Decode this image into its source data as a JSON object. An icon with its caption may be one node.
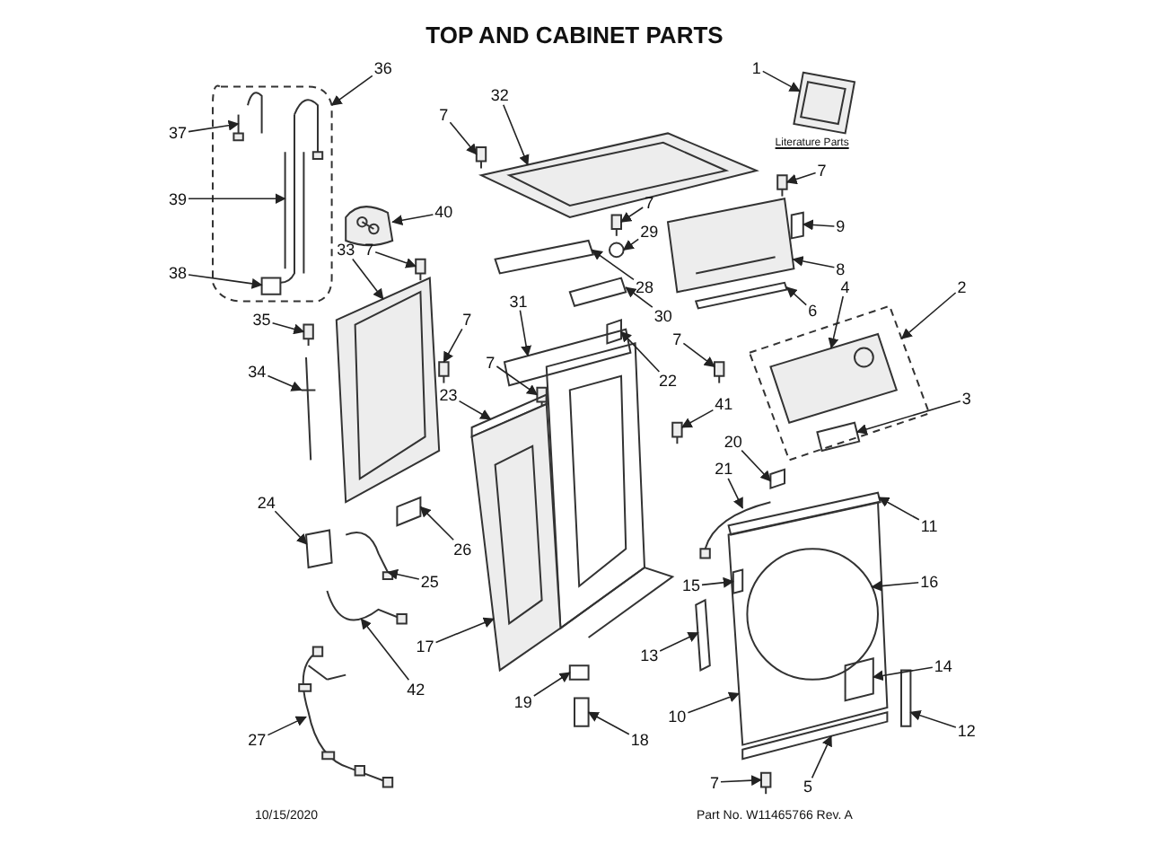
{
  "diagram": {
    "title": "TOP AND CABINET PARTS",
    "nodes": [
      {
        "text": [
          "1"
        ]
      },
      {
        "text": [
          "36"
        ]
      },
      {
        "text": [
          "7"
        ]
      },
      {
        "text": [
          "32"
        ]
      },
      {
        "text": [
          "40"
        ]
      },
      {
        "text": [
          "37"
        ]
      },
      {
        "text": [
          "39"
        ]
      },
      {
        "text": [
          "38"
        ]
      },
      {
        "text": [
          "7"
        ]
      },
      {
        "text": [
          "7"
        ]
      },
      {
        "text": [
          "9"
        ]
      },
      {
        "text": [
          "7"
        ]
      },
      {
        "text": [
          "29"
        ]
      },
      {
        "text": [
          "28"
        ]
      },
      {
        "text": [
          "8"
        ]
      },
      {
        "text": [
          "33"
        ]
      },
      {
        "text": [
          "31"
        ]
      },
      {
        "text": [
          "30"
        ]
      },
      {
        "text": [
          "6"
        ]
      },
      {
        "text": [
          "2"
        ]
      },
      {
        "text": [
          "4"
        ]
      },
      {
        "text": [
          "35"
        ]
      },
      {
        "text": [
          "34"
        ]
      },
      {
        "text": [
          "7"
        ]
      },
      {
        "text": [
          "22"
        ]
      },
      {
        "text": [
          "7"
        ]
      },
      {
        "text": [
          "41"
        ]
      },
      {
        "text": [
          "3"
        ]
      },
      {
        "text": [
          "7"
        ]
      },
      {
        "text": [
          "23"
        ]
      },
      {
        "text": [
          "20"
        ]
      },
      {
        "text": [
          "21"
        ]
      },
      {
        "text": [
          "26"
        ]
      },
      {
        "text": [
          "24"
        ]
      },
      {
        "text": [
          "25"
        ]
      },
      {
        "text": [
          "11"
        ]
      },
      {
        "text": [
          "15"
        ]
      },
      {
        "text": [
          "16"
        ]
      },
      {
        "text": [
          "13"
        ]
      },
      {
        "text": [
          "17"
        ]
      },
      {
        "text": [
          "42"
        ]
      },
      {
        "text": [
          "19"
        ]
      },
      {
        "text": [
          "14"
        ]
      },
      {
        "text": [
          "18"
        ]
      },
      {
        "text": [
          "27"
        ]
      },
      {
        "text": [
          "10"
        ]
      },
      {
        "text": [
          "12"
        ]
      },
      {
        "text": [
          "5"
        ]
      },
      {
        "text": [
          "7"
        ]
      },
      {
        "text": [],
        "shape": "picture"
      },
      {
        "text": [],
        "shape": "box"
      },
      {
        "text": [],
        "shape": "picture"
      },
      {
        "text": [],
        "shape": "picture"
      },
      {
        "text": [],
        "shape": "picture"
      },
      {
        "text": [],
        "shape": "picture",
        "in": 50
      },
      {
        "text": [],
        "shape": "picture",
        "in": 50
      },
      {
        "text": [],
        "shape": "box",
        "in": 50
      },
      {
        "text": [],
        "shape": "picture"
      },
      {
        "text": [],
        "shape": "picture"
      },
      {
        "text": [],
        "shape": "box"
      },
      {
        "text": [],
        "shape": "picture"
      },
      {
        "text": [],
        "shape": "circle"
      },
      {
        "text": [],
        "shape": "box"
      },
      {
        "text": [],
        "shape": "picture"
      },
      {
        "text": [],
        "shape": "picture"
      },
      {
        "text": [],
        "shape": "box"
      },
      {
        "text": [],
        "shape": "box"
      },
      {
        "text": [],
        "shape": "box"
      },
      {
        "text": [],
        "shape": "box"
      },
      {
        "text": [],
        "shape": "picture",
        "in": 68
      },
      {
        "text": [],
        "shape": "picture"
      },
      {
        "text": [],
        "shape": "picture"
      },
      {
        "text": [],
        "shape": "picture"
      },
      {
        "text": [],
        "shape": "box"
      },
      {
        "text": [],
        "shape": "picture"
      },
      {
        "text": [],
        "shape": "picture"
      },
      {
        "text": [],
        "shape": "box",
        "in": 68
      },
      {
        "text": [],
        "shape": "picture"
      },
      {
        "text": [],
        "shape": "box"
      },
      {
        "text": [],
        "shape": "box"
      },
      {
        "text": [],
        "shape": "picture"
      },
      {
        "text": [],
        "shape": "box"
      },
      {
        "text": [],
        "shape": "box"
      },
      {
        "text": [],
        "shape": "picture"
      },
      {
        "text": [],
        "shape": "box"
      },
      {
        "text": [],
        "shape": "box"
      },
      {
        "text": [],
        "shape": "box",
        "in": 85
      },
      {
        "text": [],
        "shape": "circle",
        "in": 85
      },
      {
        "text": [],
        "shape": "box"
      },
      {
        "text": [],
        "shape": "picture"
      },
      {
        "text": [],
        "shape": "picture"
      },
      {
        "text": [],
        "shape": "box"
      },
      {
        "text": [],
        "shape": "box",
        "in": 85
      },
      {
        "text": [],
        "shape": "box"
      },
      {
        "text": [],
        "shape": "picture"
      },
      {
        "text": [],
        "shape": "box"
      },
      {
        "text": [],
        "shape": "box"
      },
      {
        "text": [],
        "shape": "picture"
      }
    ],
    "edges": [
      {
        "from": 0,
        "to": 49,
        "arrow": "to"
      },
      {
        "from": 1,
        "to": 50,
        "arrow": "to"
      },
      {
        "from": 2,
        "to": 51,
        "arrow": "to"
      },
      {
        "from": 3,
        "to": 52,
        "arrow": "to"
      },
      {
        "from": 4,
        "to": 53,
        "arrow": "to"
      },
      {
        "from": 5,
        "to": 54,
        "arrow": "to"
      },
      {
        "from": 6,
        "to": 55,
        "arrow": "to"
      },
      {
        "from": 7,
        "to": 56,
        "arrow": "to"
      },
      {
        "from": 8,
        "to": 57,
        "arrow": "to"
      },
      {
        "from": 9,
        "to": 58,
        "arrow": "to"
      },
      {
        "from": 10,
        "to": 59,
        "arrow": "to"
      },
      {
        "from": 11,
        "to": 60,
        "arrow": "to"
      },
      {
        "from": 12,
        "to": 61,
        "arrow": "to"
      },
      {
        "from": 13,
        "to": 62,
        "arrow": "to"
      },
      {
        "from": 14,
        "to": 63,
        "arrow": "to"
      },
      {
        "from": 15,
        "to": 64,
        "arrow": "to"
      },
      {
        "from": 16,
        "to": 65,
        "arrow": "to"
      },
      {
        "from": 17,
        "to": 66,
        "arrow": "to"
      },
      {
        "from": 18,
        "to": 67,
        "arrow": "to"
      },
      {
        "from": 19,
        "to": 68,
        "arrow": "to"
      },
      {
        "from": 20,
        "to": 69,
        "arrow": "to"
      },
      {
        "from": 21,
        "to": 70,
        "arrow": "to"
      },
      {
        "from": 22,
        "to": 71,
        "arrow": "to"
      },
      {
        "from": 23,
        "to": 72,
        "arrow": "to"
      },
      {
        "from": 24,
        "to": 73,
        "arrow": "to"
      },
      {
        "from": 25,
        "to": 74,
        "arrow": "to"
      },
      {
        "from": 26,
        "to": 75,
        "arrow": "to"
      },
      {
        "from": 27,
        "to": 76,
        "arrow": "to"
      },
      {
        "from": 28,
        "to": 77,
        "arrow": "to"
      },
      {
        "from": 29,
        "to": 78,
        "arrow": "to"
      },
      {
        "from": 30,
        "to": 79,
        "arrow": "to"
      },
      {
        "from": 31,
        "to": 80,
        "arrow": "to"
      },
      {
        "from": 32,
        "to": 81,
        "arrow": "to"
      },
      {
        "from": 33,
        "to": 82,
        "arrow": "to"
      },
      {
        "from": 34,
        "to": 83,
        "arrow": "to"
      },
      {
        "from": 35,
        "to": 84,
        "arrow": "to"
      },
      {
        "from": 36,
        "to": 86,
        "arrow": "to"
      },
      {
        "from": 37,
        "to": 87,
        "arrow": "to"
      },
      {
        "from": 38,
        "to": 88,
        "arrow": "to"
      },
      {
        "from": 39,
        "to": 89,
        "arrow": "to"
      },
      {
        "from": 40,
        "to": 90,
        "arrow": "to"
      },
      {
        "from": 41,
        "to": 91,
        "arrow": "to"
      },
      {
        "from": 42,
        "to": 92,
        "arrow": "to"
      },
      {
        "from": 43,
        "to": 93,
        "arrow": "to"
      },
      {
        "from": 44,
        "to": 94,
        "arrow": "to"
      },
      {
        "from": 45,
        "to": 85,
        "arrow": "to"
      },
      {
        "from": 46,
        "to": 95,
        "arrow": "to"
      },
      {
        "from": 47,
        "to": 96,
        "arrow": "to"
      },
      {
        "from": 48,
        "to": 97,
        "arrow": "to"
      }
    ],
    "labels": [
      "Literature Parts",
      "10/15/2020",
      "Part No. W11465766 Rev. A"
    ]
  }
}
